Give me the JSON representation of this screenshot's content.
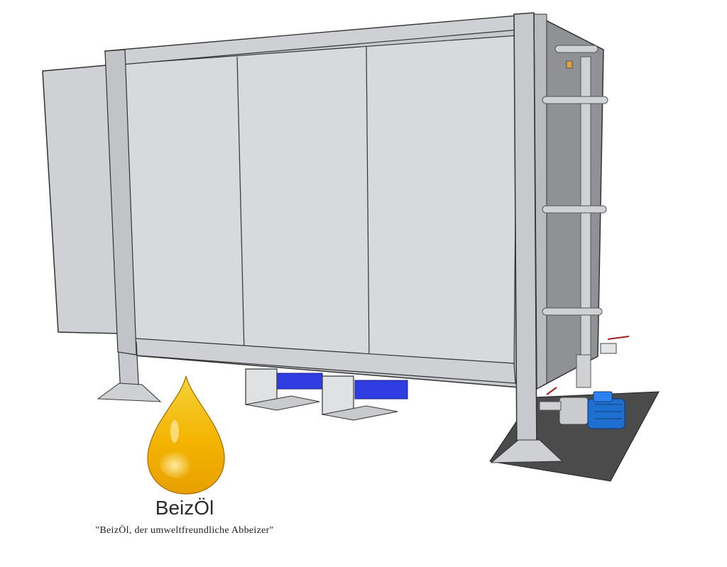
{
  "brand": {
    "name": "BeizÖl",
    "tagline": "\"BeizÖl, der umweltfreundliche Abbeizer\""
  },
  "logo": {
    "icon": "oil-drop-icon",
    "colors": {
      "top": "#f5d23a",
      "middle": "#f4b400",
      "bottom": "#e7a000"
    }
  },
  "illustration": {
    "subject": "stripping-tank",
    "colors": {
      "panel": "#d8d9dc",
      "frame": "#c7c9cc",
      "side": "#8f9194",
      "outline": "#333333",
      "mat": "#4b4b4b",
      "pump": "#1f6fd1",
      "tray": "#2f3cdf",
      "pipe": "#cfd1d3",
      "valve_handle": "#a51f1f"
    }
  }
}
